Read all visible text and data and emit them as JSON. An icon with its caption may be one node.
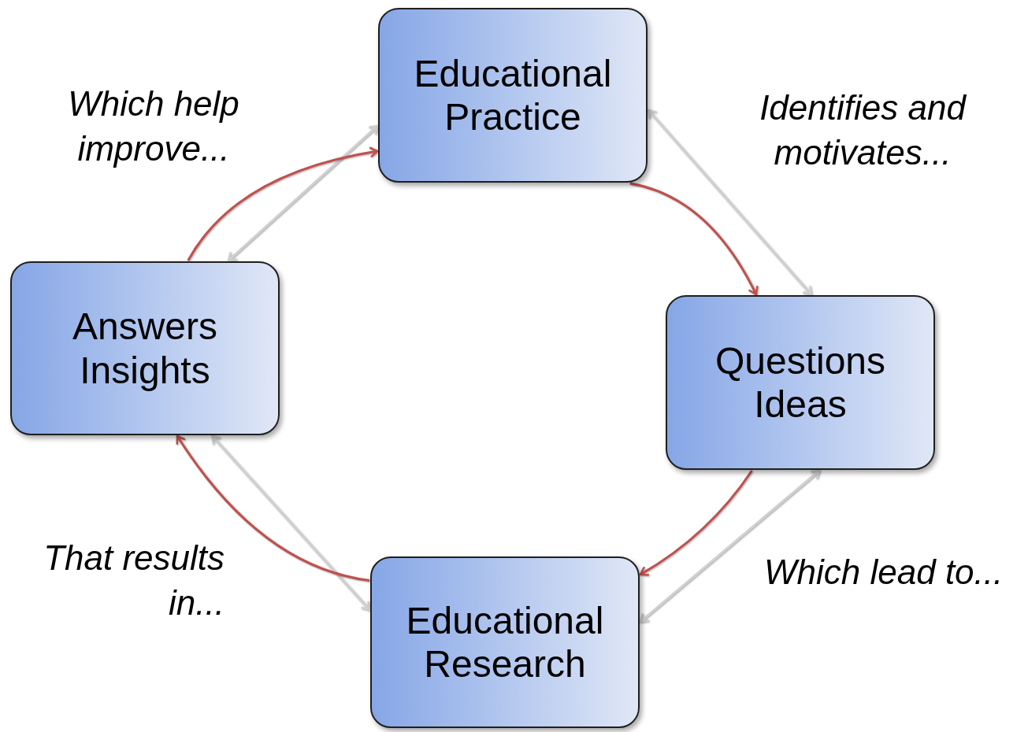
{
  "diagram": {
    "nodes": [
      {
        "text": [
          "Educational Practice"
        ]
      },
      {
        "text": [
          "Answers Insights"
        ]
      },
      {
        "text": [
          "Questions Ideas"
        ]
      },
      {
        "text": [
          "Educational Research"
        ]
      }
    ],
    "edges": [
      {
        "from": 0,
        "to": 2,
        "arrow": "both",
        "color": "#d0d0d0"
      },
      {
        "from": 0,
        "to": 2,
        "arrow": "to",
        "color": "#c0504d"
      },
      {
        "from": 2,
        "to": 3,
        "arrow": "both",
        "color": "#d0d0d0"
      },
      {
        "from": 2,
        "to": 3,
        "arrow": "to",
        "color": "#c0504d"
      },
      {
        "from": 3,
        "to": 1,
        "arrow": "both",
        "color": "#d0d0d0"
      },
      {
        "from": 3,
        "to": 1,
        "arrow": "to",
        "color": "#c0504d"
      },
      {
        "from": 1,
        "to": 0,
        "arrow": "both",
        "color": "#d0d0d0"
      },
      {
        "from": 1,
        "to": 0,
        "arrow": "to",
        "color": "#c0504d"
      }
    ],
    "labels": [
      "Which help improve...",
      "Identifies and motivates...",
      "Which lead to...",
      "That results in..."
    ]
  }
}
